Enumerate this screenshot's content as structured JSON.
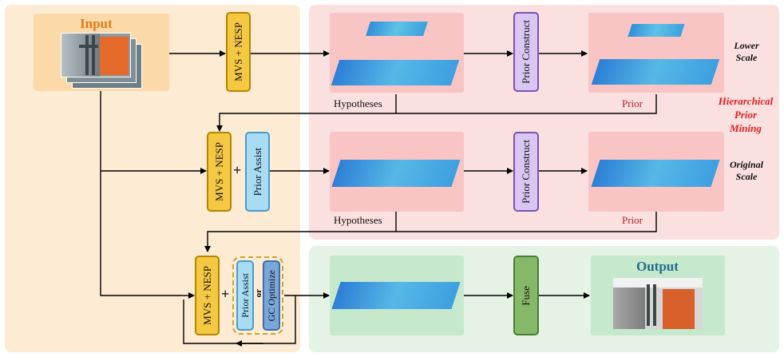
{
  "input": {
    "title": "Input"
  },
  "mvs": {
    "label": "MVS + NESP"
  },
  "prior_assist": {
    "label": "Prior Assist"
  },
  "gc_optimize": {
    "label": "GC Optimize"
  },
  "or_text": "or",
  "prior_construct": {
    "label": "Prior Construct"
  },
  "fuse": {
    "label": "Fuse"
  },
  "hypotheses_label": "Hypotheses",
  "prior_label": "Prior",
  "lower_scale": {
    "line1": "Lower",
    "line2": "Scale"
  },
  "original_scale": {
    "line1": "Original",
    "line2": "Scale"
  },
  "hierarchical": {
    "line1": "Hierarchical",
    "line2": "Prior",
    "line3": "Mining"
  },
  "output": {
    "title": "Output"
  },
  "plus_sign": "+",
  "colors": {
    "input_panel": "#fdebd3",
    "prior_panel": "#fbe0e0",
    "output_panel": "#e4f3e6",
    "input_title": "#e07b1a",
    "output_title": "#1f6e8c",
    "hierarchical_text": "#e02020",
    "prior_text": "#b22222"
  }
}
